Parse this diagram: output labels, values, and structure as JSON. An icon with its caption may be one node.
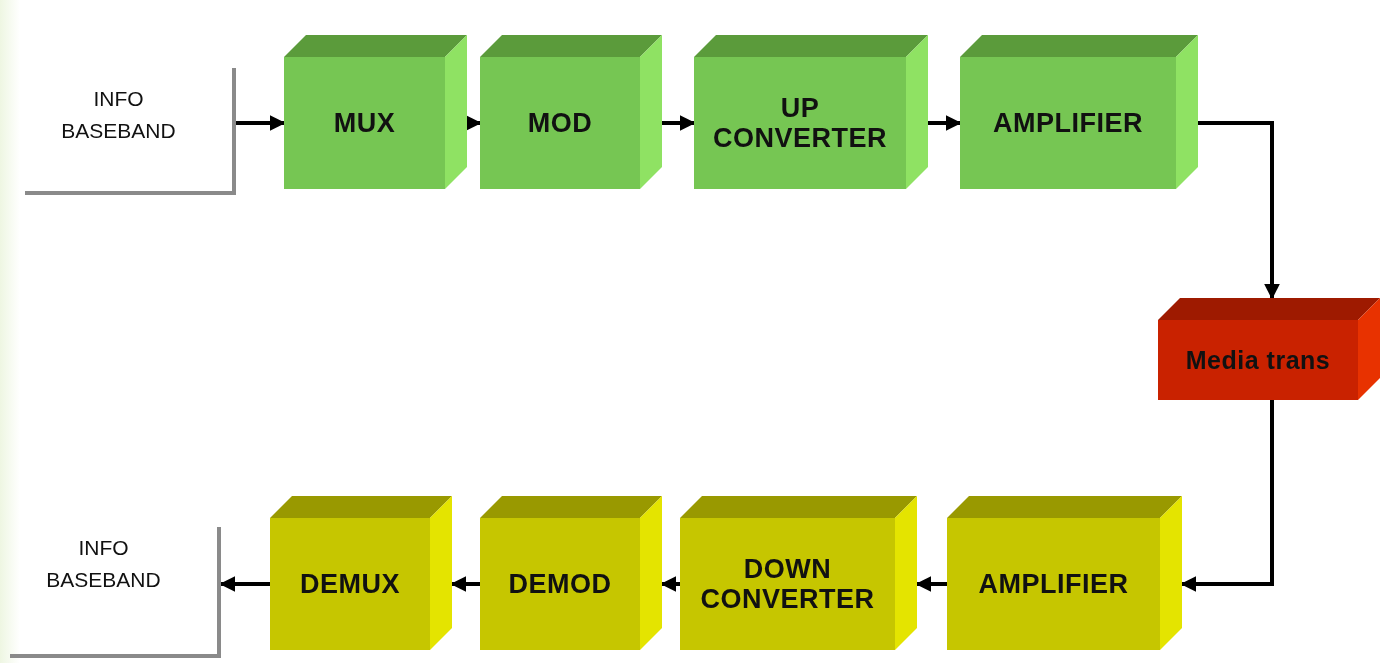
{
  "diagram": {
    "nodes": [
      {
        "text": [
          "INFO BASEBAND"
        ]
      },
      {
        "text": [
          "MUX"
        ]
      },
      {
        "text": [
          "MOD"
        ]
      },
      {
        "text": [
          "UP CONVERTER"
        ]
      },
      {
        "text": [
          "AMPLIFIER"
        ]
      },
      {
        "text": [
          "Media trans"
        ]
      },
      {
        "text": [
          "AMPLIFIER"
        ]
      },
      {
        "text": [
          "DOWN CONVERTER"
        ]
      },
      {
        "text": [
          "DEMOD"
        ]
      },
      {
        "text": [
          "DEMUX"
        ]
      },
      {
        "text": [
          "INFO BASEBAND"
        ]
      }
    ],
    "edges": [
      {
        "from": 0,
        "to": 1,
        "arrow": "to"
      },
      {
        "from": 1,
        "to": 2,
        "arrow": "to"
      },
      {
        "from": 2,
        "to": 3,
        "arrow": "to"
      },
      {
        "from": 3,
        "to": 4,
        "arrow": "to"
      },
      {
        "from": 4,
        "to": 5,
        "arrow": "to"
      },
      {
        "from": 5,
        "to": 6,
        "arrow": "to"
      },
      {
        "from": 6,
        "to": 7,
        "arrow": "to"
      },
      {
        "from": 7,
        "to": 8,
        "arrow": "to"
      },
      {
        "from": 8,
        "to": 9,
        "arrow": "to"
      },
      {
        "from": 9,
        "to": 10,
        "arrow": "to"
      }
    ]
  }
}
